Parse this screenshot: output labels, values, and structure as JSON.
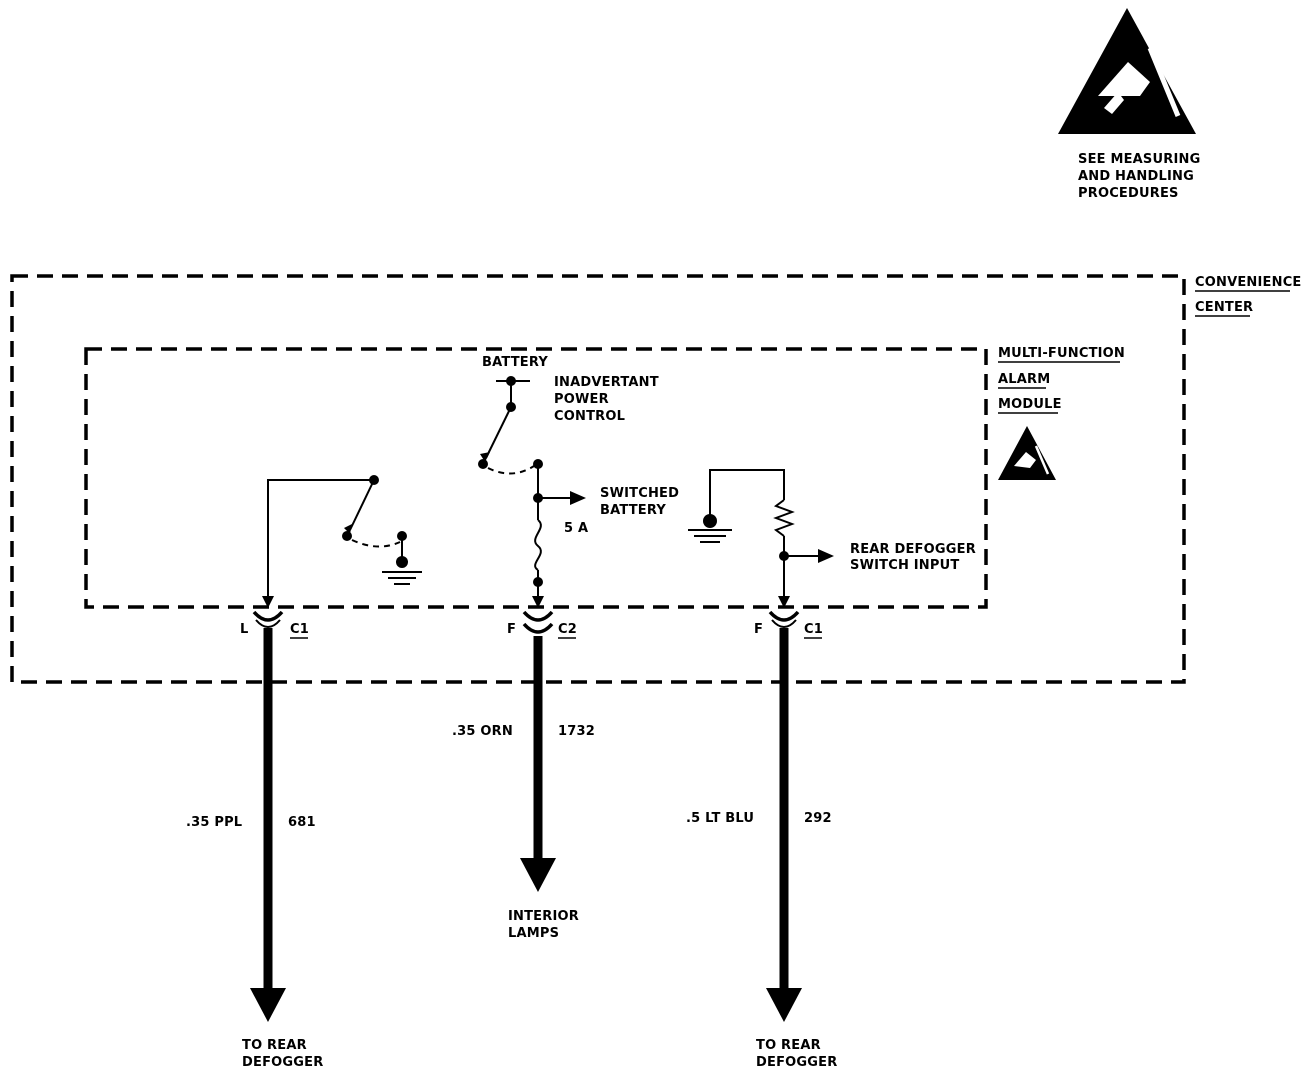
{
  "esd_note": [
    "SEE MEASURING",
    "AND HANDLING",
    "PROCEDURES"
  ],
  "convenience_center": {
    "line1": "CONVENIENCE",
    "line2": "CENTER"
  },
  "module": {
    "line1": "MULTI-FUNCTION",
    "line2": "ALARM",
    "line3": "MODULE"
  },
  "battery_label": "BATTERY",
  "ipc": {
    "line1": "INADVERTANT",
    "line2": "POWER",
    "line3": "CONTROL"
  },
  "switched_battery": {
    "line1": "SWITCHED",
    "line2": "BATTERY"
  },
  "fuse_label": "5 A",
  "rear_defogger_input": {
    "line1": "REAR DEFOGGER",
    "line2": "SWITCH INPUT"
  },
  "connectors": [
    {
      "pin": "L",
      "connector": "C1"
    },
    {
      "pin": "F",
      "connector": "C2"
    },
    {
      "pin": "F",
      "connector": "C1"
    }
  ],
  "wires": [
    {
      "gauge_color": ".35 PPL",
      "circuit": "681",
      "destination": [
        "TO REAR",
        "DEFOGGER"
      ]
    },
    {
      "gauge_color": ".35 ORN",
      "circuit": "1732",
      "destination": [
        "INTERIOR",
        "LAMPS"
      ]
    },
    {
      "gauge_color": ".5 LT BLU",
      "circuit": "292",
      "destination": [
        "TO REAR",
        "DEFOGGER"
      ]
    }
  ]
}
